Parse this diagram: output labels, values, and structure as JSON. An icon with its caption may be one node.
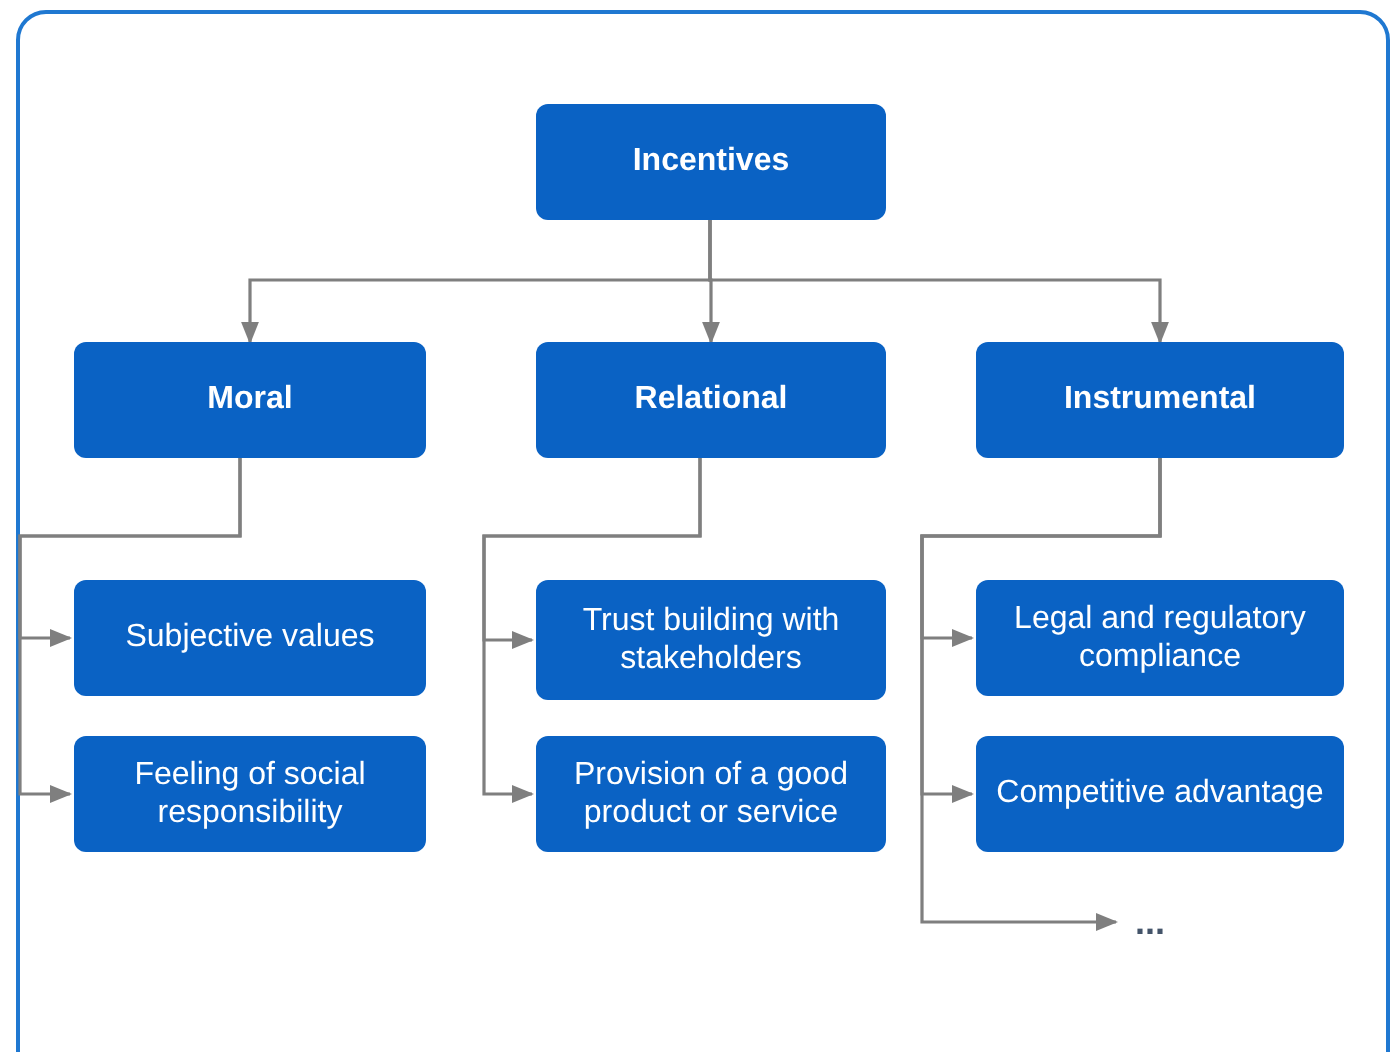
{
  "diagram": {
    "nodes": [
      {
        "text": [
          "Incentives"
        ]
      },
      {
        "text": [
          "Moral"
        ]
      },
      {
        "text": [
          "Relational"
        ]
      },
      {
        "text": [
          "Instrumental"
        ]
      },
      {
        "text": [
          "Subjective values"
        ]
      },
      {
        "text": [
          "Feeling of social responsibility"
        ]
      },
      {
        "text": [
          "Trust building with stakeholders"
        ]
      },
      {
        "text": [
          "Provision of a good product or service"
        ]
      },
      {
        "text": [
          "Legal and regulatory compliance"
        ]
      },
      {
        "text": [
          "Competitive advantage"
        ]
      },
      {
        "text": [
          "..."
        ]
      }
    ],
    "edges": [
      {
        "from": 0,
        "to": 1,
        "arrow": "to"
      },
      {
        "from": 0,
        "to": 2,
        "arrow": "to"
      },
      {
        "from": 0,
        "to": 3,
        "arrow": "to"
      },
      {
        "from": 1,
        "to": 4,
        "arrow": "to"
      },
      {
        "from": 1,
        "to": 5,
        "arrow": "to"
      },
      {
        "from": 2,
        "to": 6,
        "arrow": "to"
      },
      {
        "from": 2,
        "to": 7,
        "arrow": "to"
      },
      {
        "from": 3,
        "to": 8,
        "arrow": "to"
      },
      {
        "from": 3,
        "to": 9,
        "arrow": "to"
      },
      {
        "from": 3,
        "to": 10,
        "arrow": "to"
      }
    ]
  }
}
